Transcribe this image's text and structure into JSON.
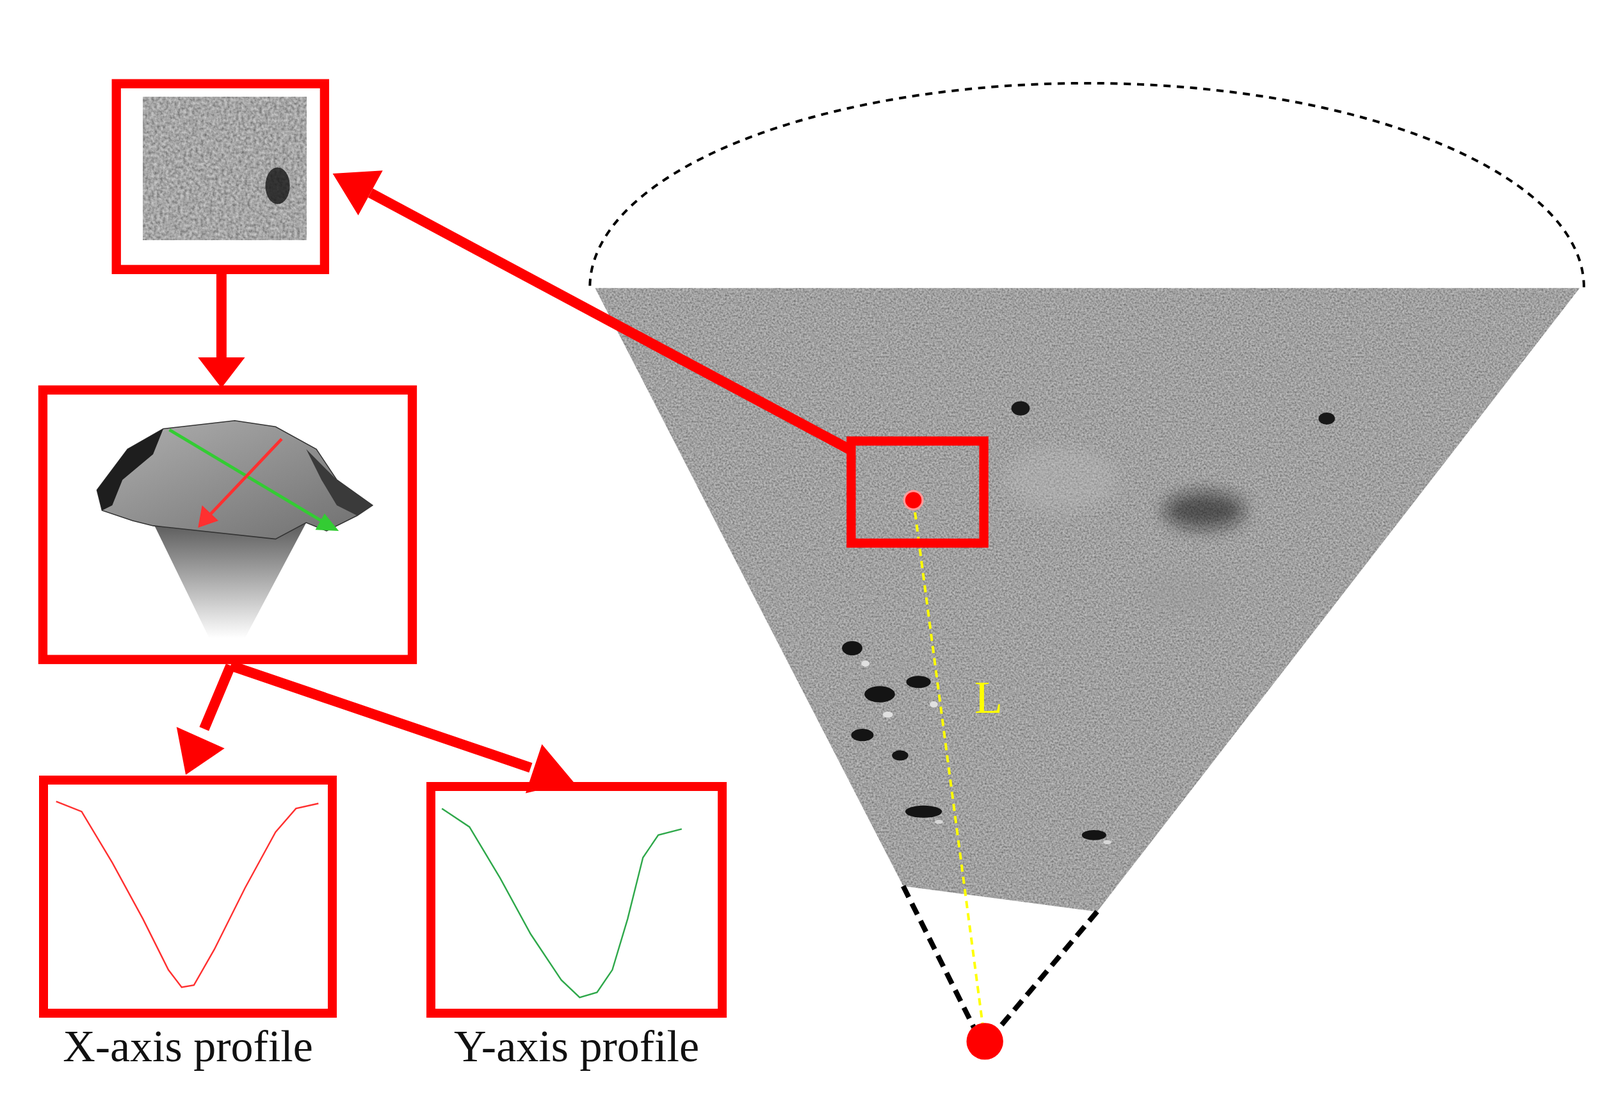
{
  "diagram": {
    "nodes": [
      {
        "text": [
          "X-axis profile"
        ]
      },
      {
        "text": [
          "Y-axis profile"
        ]
      }
    ],
    "labels": [
      "L"
    ]
  }
}
